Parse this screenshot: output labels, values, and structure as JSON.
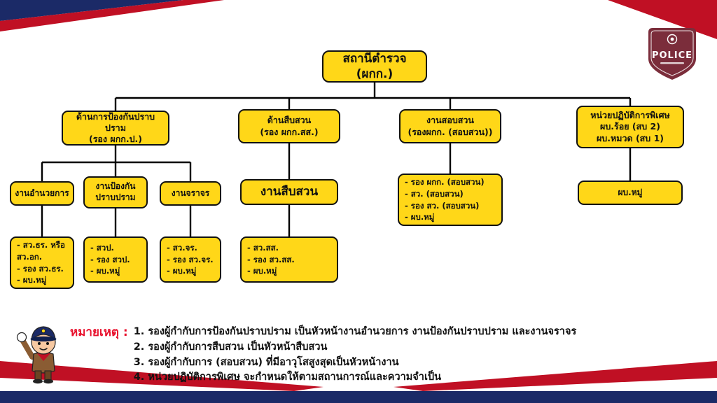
{
  "slide": {
    "badge": {
      "label": "POLICE"
    },
    "chart": {
      "root": "สถานีตำรวจ (ผกก.)",
      "b1": "ด้านการป้องกันปราบปราม\n(รอง ผกก.ป.)",
      "b2": "ด้านสืบสวน\n(รอง ผกก.สส.)",
      "b3": "งานสอบสวน\n(รองผกก. (สอบสวน))",
      "b4": "หน่วยปฏิบัติการพิเศษ\nผบ.ร้อย (สบ 2)\nผบ.หมวด (สบ 1)",
      "c1": "งานอำนวยการ",
      "c2": "งานป้องกัน\nปราบปราม",
      "c3": "งานจราจร",
      "c4": "งานสืบสวน",
      "c5": "- รอง ผกก. (สอบสวน)\n- สว. (สอบสวน)\n- รอง สว. (สอบสวน)\n- ผบ.หมู่",
      "c6": "ผบ.หมู่",
      "d1": "- สว.ธร. หรือ\n   สว.อก.\n- รอง สว.ธร.\n- ผบ.หมู่",
      "d2": "- สวป.\n- รอง สวป.\n- ผบ.หมู่",
      "d3": "- สว.จร.\n- รอง สว.จร.\n- ผบ.หมู่",
      "d4": "- สว.สส.\n- รอง สว.สส.\n- ผบ.หมู่"
    },
    "notes": {
      "label": "หมายเหตุ :",
      "lines": [
        "1. รองผู้กำกับการป้องกันปราบปราม เป็นหัวหน้างานอำนวยการ งานป้องกันปราบปราม และงานจราจร",
        "2. รองผู้กำกับการสืบสวน เป็นหัวหน้าสืบสวน",
        "3. รองผู้กำกับการ (สอบสวน) ที่มีอาวุโสสูงสุดเป็นหัวหน้างาน",
        "4. หน่วยปฏิบัติการพิเศษ จะกำหนดให้ตามสถานการณ์และความจำเป็น"
      ]
    },
    "colors": {
      "box_fill": "#FFD718",
      "navy": "#1B2A67",
      "red": "#C01024",
      "badge_maroon": "#7B2D3B"
    }
  }
}
